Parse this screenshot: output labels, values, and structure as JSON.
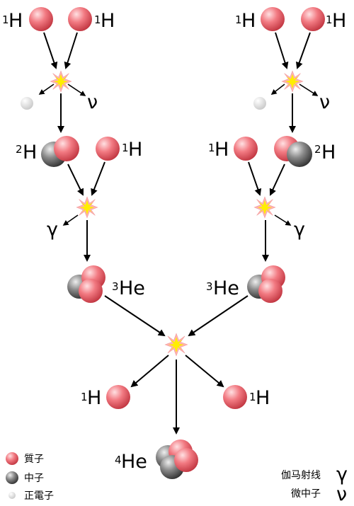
{
  "nuclides": {
    "hydrogen_1": "H",
    "hydrogen_1_mass": "1",
    "deuterium": "H",
    "deuterium_mass": "2",
    "helium_3": "He",
    "helium_3_mass": "3",
    "helium_4": "He",
    "helium_4_mass": "4"
  },
  "symbols": {
    "gamma": "γ",
    "neutrino": "ν"
  },
  "legend": {
    "proton": "質子",
    "neutron": "中子",
    "positron": "正電子",
    "gamma_ray": "伽马射线",
    "neutrino": "微中子"
  },
  "colors": {
    "proton": "#f0707a",
    "neutron": "#7a7a7a",
    "positron": "#e4e4e4",
    "flash": "#ffe000",
    "arrow": "#000000"
  }
}
